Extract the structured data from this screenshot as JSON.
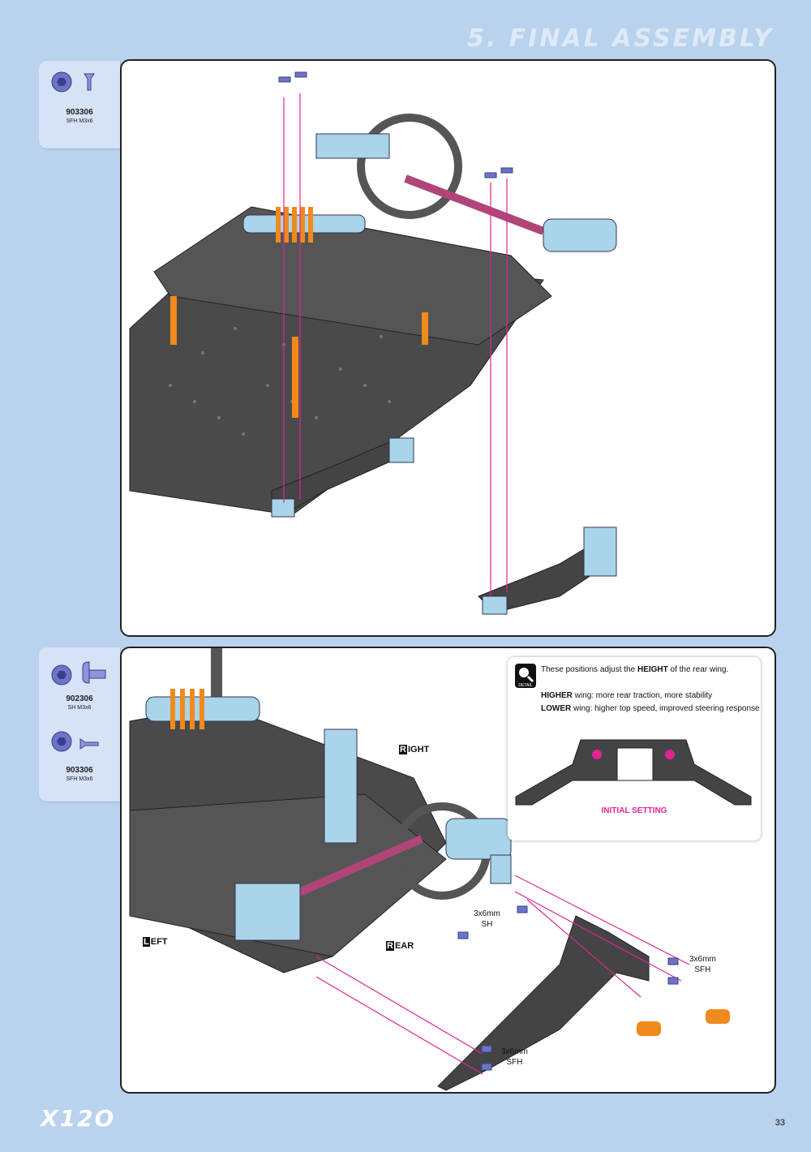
{
  "header": {
    "section_title": "5. FINAL ASSEMBLY"
  },
  "parts_top": [
    {
      "code": "903306",
      "desc": "SFH M3x6",
      "icon": "flat-head-screw-icon"
    }
  ],
  "parts_bottom": [
    {
      "code": "902306",
      "desc": "SH M3x6",
      "icon": "button-head-screw-icon"
    },
    {
      "code": "903306",
      "desc": "SFH M3x6",
      "icon": "flat-head-screw-icon"
    }
  ],
  "directions": {
    "right": "IGHT",
    "right_cap": "R",
    "left": "EFT",
    "left_cap": "L",
    "rear": "EAR",
    "rear_cap": "R"
  },
  "callouts": {
    "sh_left": [
      "3x6mm",
      "SH"
    ],
    "sfh_right": [
      "3x6mm",
      "SFH"
    ],
    "sfh_bottom": [
      "3x6mm",
      "SFH"
    ]
  },
  "detail": {
    "icon_label": "DETAIL",
    "intro_pre": "These positions adjust the ",
    "intro_bold": "HEIGHT",
    "intro_post": " of the rear wing.",
    "higher_bold": "HIGHER",
    "higher_text": " wing:  more rear traction, more stability",
    "lower_bold": "LOWER",
    "lower_text": " wing:   higher top speed, improved steering response",
    "initial_setting": "INITIAL SETTING"
  },
  "colors": {
    "accent": "#e0258f",
    "orange": "#f08a1c",
    "carbon": "#3c3c3c",
    "aluminium": "#a9d4ea",
    "screw": "#6c74c8"
  },
  "footer": {
    "logo": "X12O",
    "page_number": "33"
  }
}
